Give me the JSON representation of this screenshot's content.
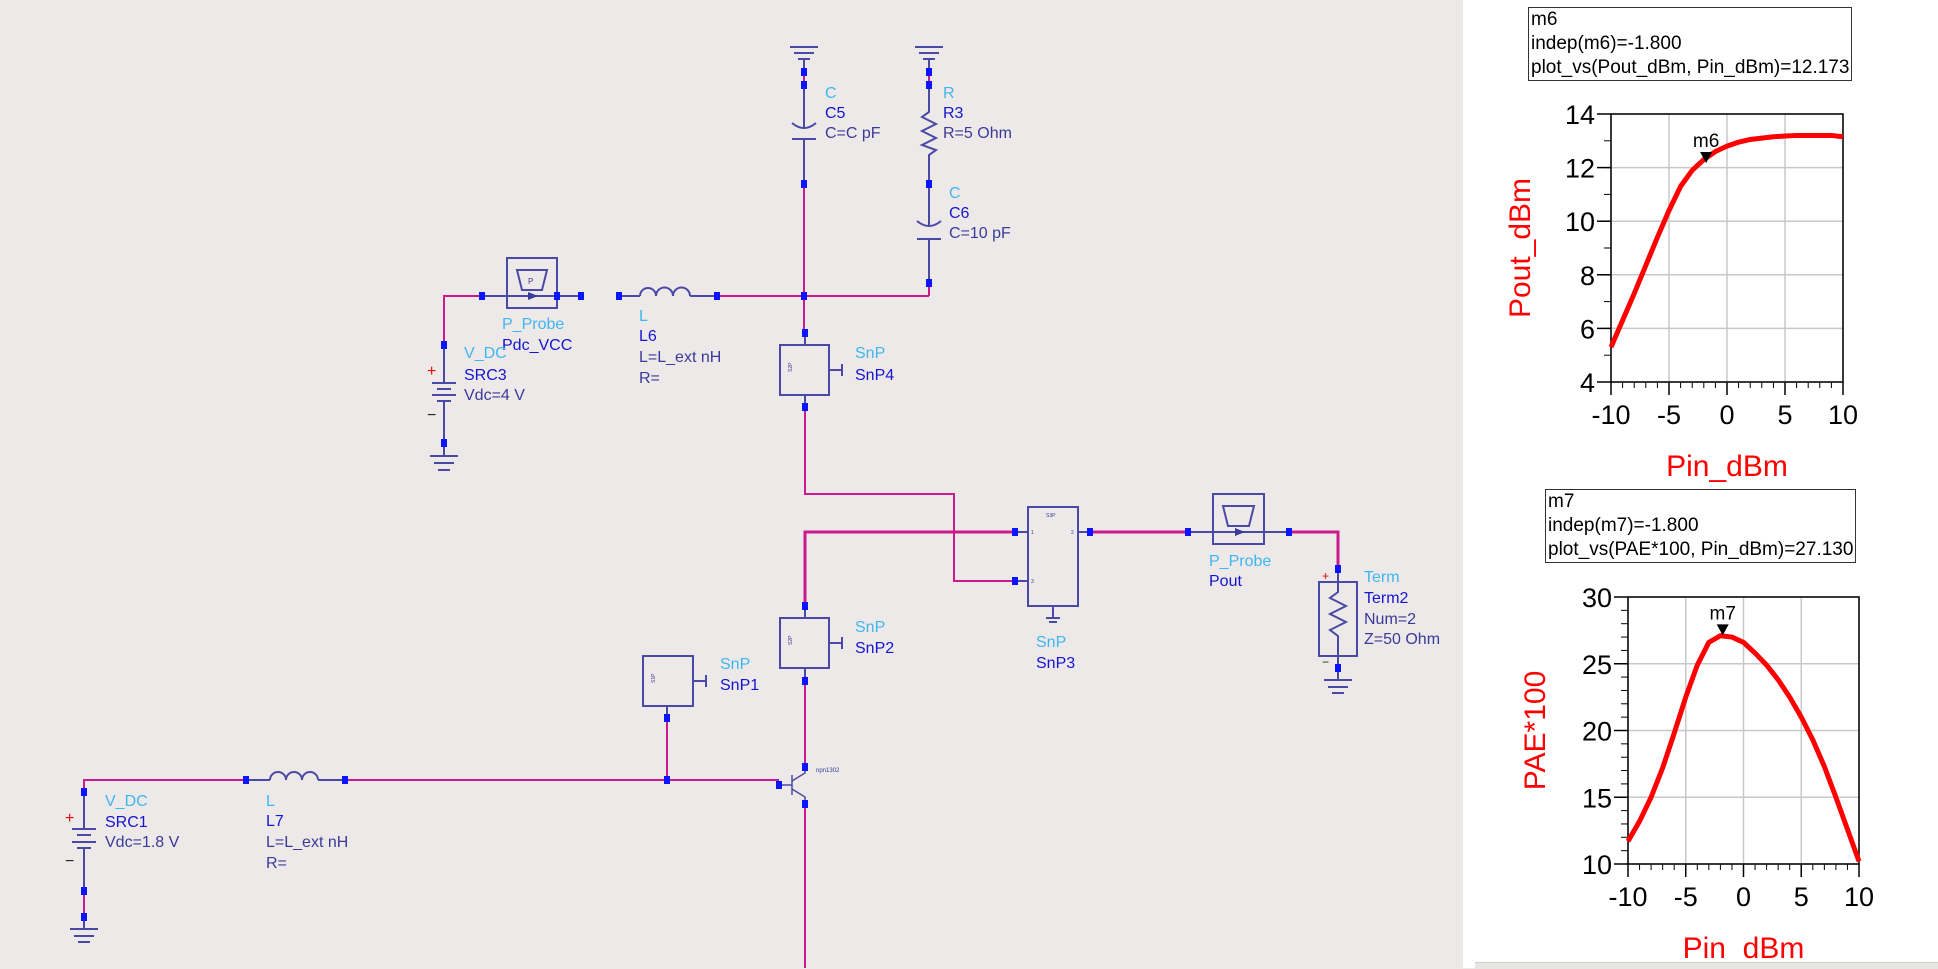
{
  "schematic": {
    "c5": {
      "type": "C",
      "name": "C5",
      "param": "C=C pF"
    },
    "r3": {
      "type": "R",
      "name": "R3",
      "param": "R=5 Ohm"
    },
    "c6": {
      "type": "C",
      "name": "C6",
      "param": "C=10 pF"
    },
    "probe_vcc": {
      "type": "P_Probe",
      "name": "Pdc_VCC"
    },
    "l6": {
      "type": "L",
      "name": "L6",
      "param1": "L=L_ext nH",
      "param2": "R="
    },
    "src3": {
      "type": "V_DC",
      "name": "SRC3",
      "param": "Vdc=4 V"
    },
    "snp4": {
      "type": "SnP",
      "name": "SnP4",
      "box": "S2P"
    },
    "snp3": {
      "type": "SnP",
      "name": "SnP3",
      "box": "S3P"
    },
    "snp2": {
      "type": "SnP",
      "name": "SnP2",
      "box": "S2P"
    },
    "snp1": {
      "type": "SnP",
      "name": "SnP1",
      "box": "S1P"
    },
    "probe_out": {
      "type": "P_Probe",
      "name": "Pout"
    },
    "term2": {
      "type": "Term",
      "name": "Term2",
      "param1": "Num=2",
      "param2": "Z=50 Ohm"
    },
    "src1": {
      "type": "V_DC",
      "name": "SRC1",
      "param": "Vdc=1.8 V"
    },
    "l7": {
      "type": "L",
      "name": "L7",
      "param1": "L=L_ext nH",
      "param2": "R="
    },
    "q1": {
      "model": "npn1302"
    },
    "colors": {
      "wire": "#cc1a8a",
      "component": "#4a4aa6",
      "node": "#0a14ff",
      "type_label": "#3fb6f2",
      "name_label": "#1414d2"
    }
  },
  "markers": {
    "m6": {
      "name": "m6",
      "indep": "indep(m6)=-1.800",
      "value": "plot_vs(Pout_dBm, Pin_dBm)=12.173"
    },
    "m7": {
      "name": "m7",
      "indep": "indep(m7)=-1.800",
      "value": "plot_vs(PAE*100, Pin_dBm)=27.130"
    }
  },
  "chart_data": [
    {
      "type": "line",
      "title": "",
      "xlabel": "Pin_dBm",
      "ylabel": "Pout_dBm",
      "xlim": [
        -10,
        10
      ],
      "ylim": [
        4,
        14
      ],
      "xticks": [
        -10,
        -5,
        0,
        5,
        10
      ],
      "yticks": [
        4,
        6,
        8,
        10,
        12,
        14
      ],
      "grid": true,
      "color": "#ff0000",
      "marker": {
        "label": "m6",
        "x": -1.8,
        "y": 12.173
      },
      "x": [
        -10,
        -9,
        -8,
        -7,
        -6,
        -5,
        -4,
        -3,
        -2,
        -1,
        0,
        1,
        2,
        3,
        4,
        5,
        6,
        7,
        8,
        9,
        10
      ],
      "y": [
        5.3,
        6.3,
        7.3,
        8.35,
        9.4,
        10.4,
        11.3,
        11.9,
        12.3,
        12.6,
        12.8,
        12.95,
        13.05,
        13.1,
        13.15,
        13.18,
        13.2,
        13.2,
        13.2,
        13.2,
        13.15
      ]
    },
    {
      "type": "line",
      "title": "",
      "xlabel": "Pin_dBm",
      "ylabel": "PAE*100",
      "xlim": [
        -10,
        10
      ],
      "ylim": [
        10,
        30
      ],
      "xticks": [
        -10,
        -5,
        0,
        5,
        10
      ],
      "yticks": [
        10,
        15,
        20,
        25,
        30
      ],
      "grid": true,
      "color": "#ff0000",
      "marker": {
        "label": "m7",
        "x": -1.8,
        "y": 27.13
      },
      "x": [
        -10,
        -9,
        -8,
        -7,
        -6,
        -5,
        -4,
        -3,
        -2,
        -1,
        0,
        1,
        2,
        3,
        4,
        5,
        6,
        7,
        8,
        9,
        10
      ],
      "y": [
        11.7,
        13.2,
        15.0,
        17.2,
        19.8,
        22.5,
        24.9,
        26.6,
        27.1,
        27.0,
        26.6,
        25.8,
        24.9,
        23.8,
        22.5,
        21.0,
        19.3,
        17.3,
        15.0,
        12.6,
        10.2
      ]
    }
  ]
}
